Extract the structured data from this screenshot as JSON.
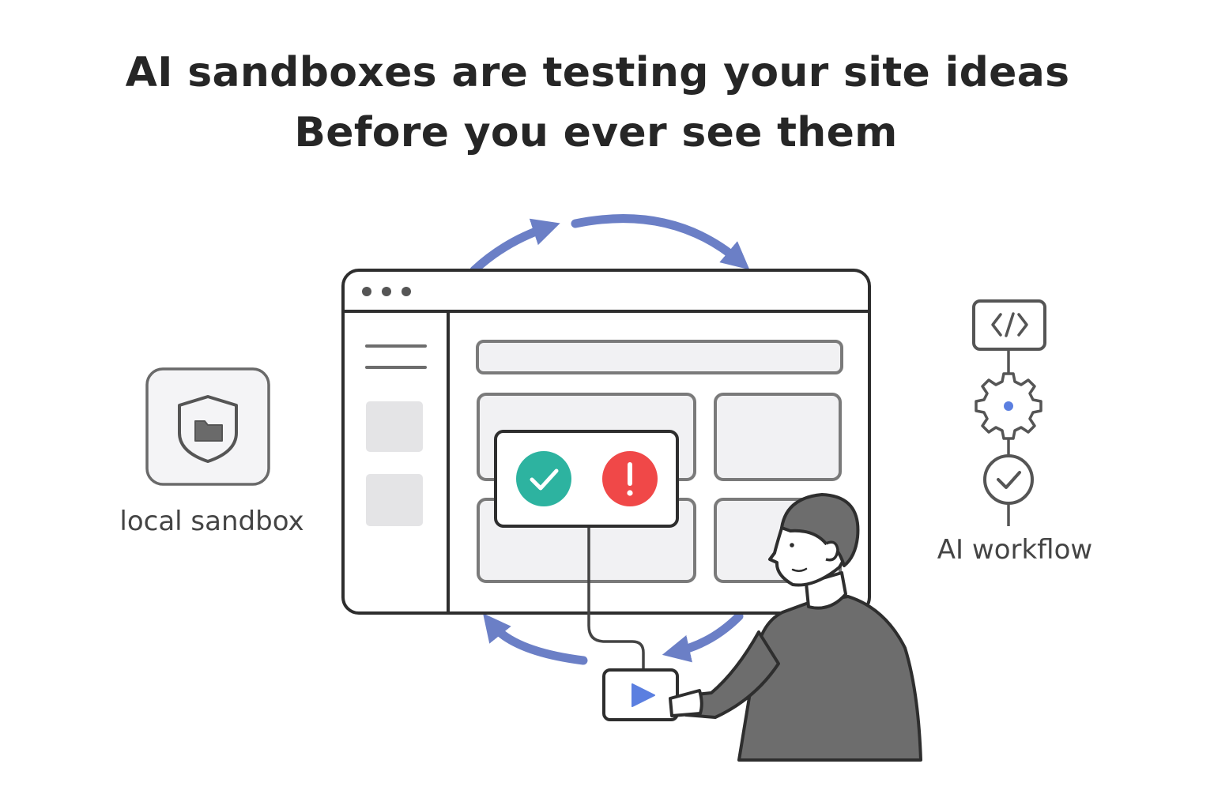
{
  "title": {
    "line1": "AI sandboxes are testing your site ideas",
    "line2": "Before you ever see them"
  },
  "left_panel": {
    "label": "local sandbox",
    "icon": "shield-folder-icon"
  },
  "right_panel": {
    "label": "AI workflow",
    "steps": [
      "code-icon",
      "gear-icon",
      "check-circle-icon"
    ]
  },
  "browser": {
    "window_dots": 3,
    "result_icons": [
      "check-icon",
      "alert-icon"
    ]
  },
  "colors": {
    "cycle_arrows": "#6b7fc6",
    "success": "#2db3a0",
    "error": "#f04848",
    "play": "#5b7fe0",
    "outline": "#2e2e2e",
    "person_shirt": "#6d6d6d",
    "panel_fill": "#f1f1f3"
  }
}
